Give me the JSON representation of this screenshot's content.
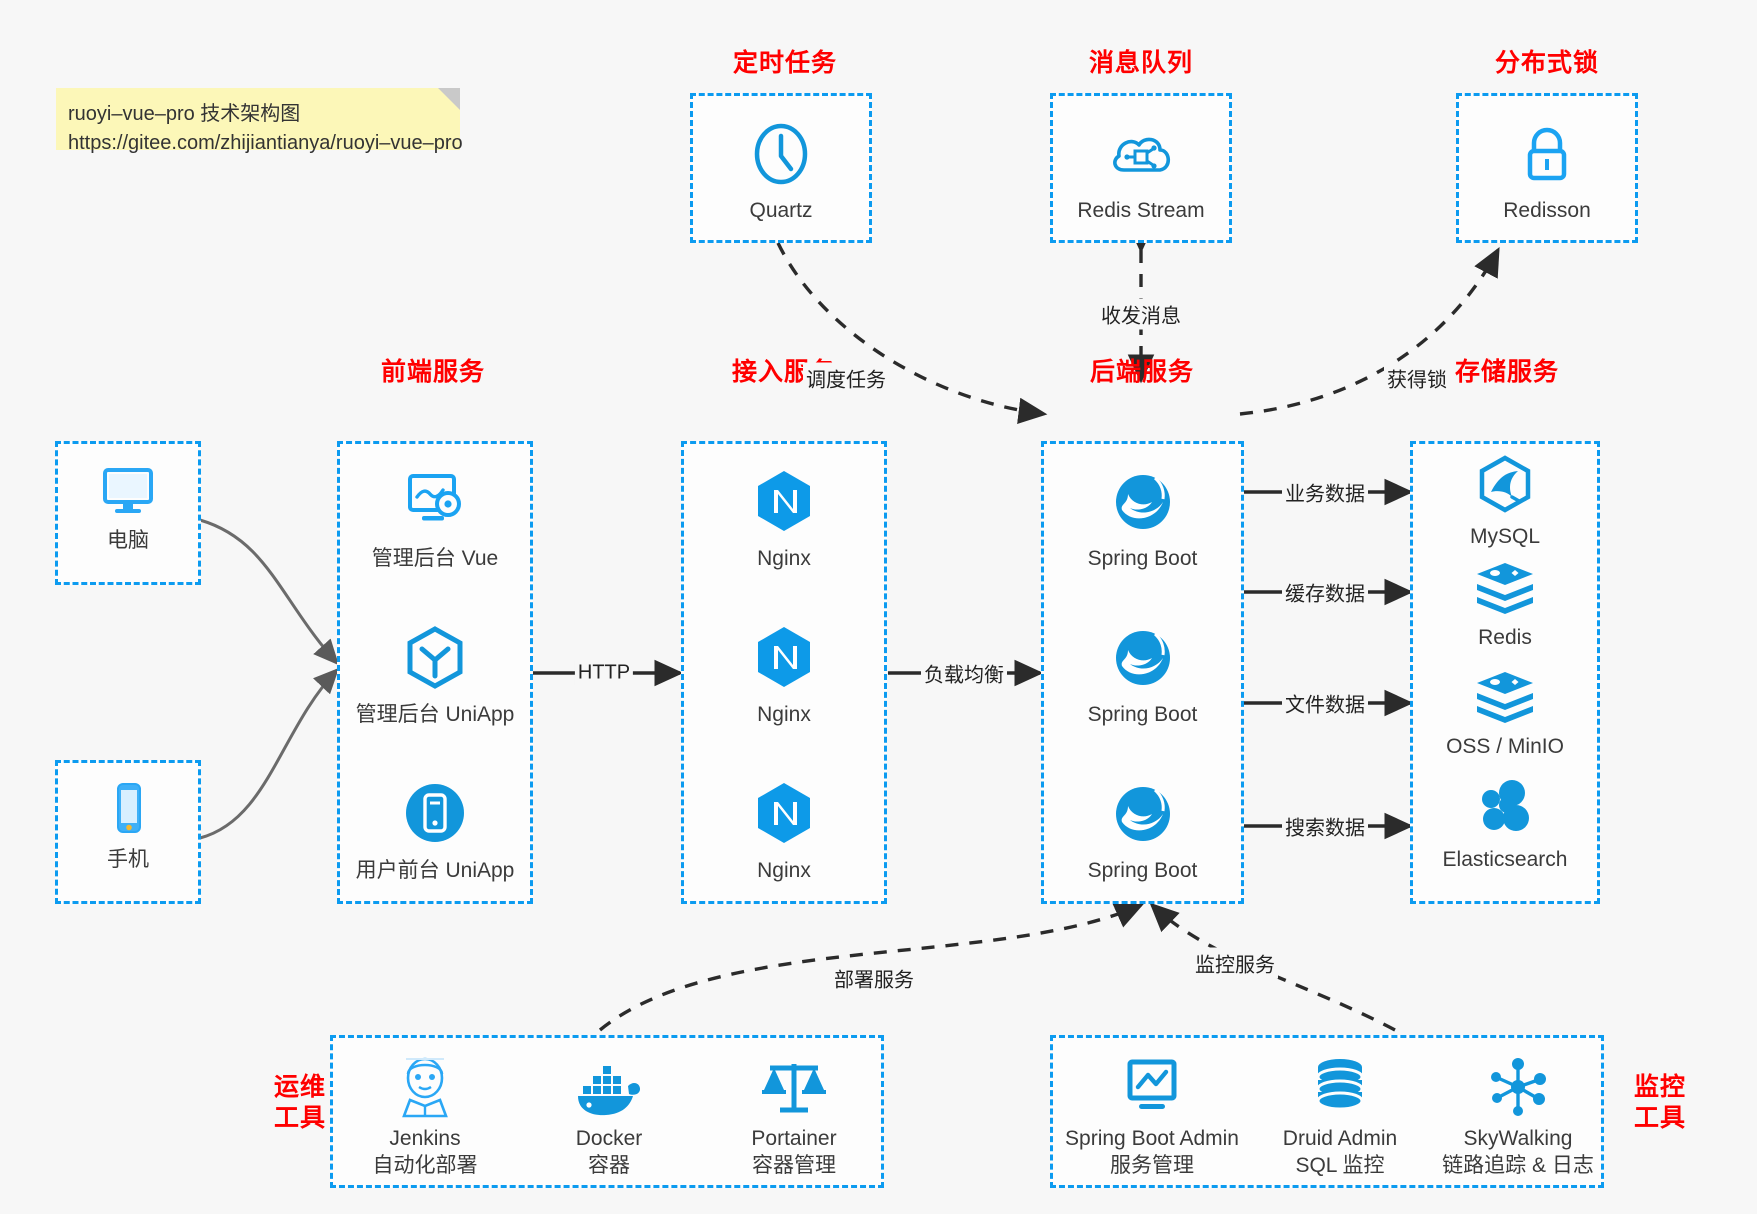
{
  "note": {
    "line1": "ruoyi–vue–pro 技术架构图",
    "line2": "https://gitee.com/zhijiantianya/ruoyi–vue–pro"
  },
  "colors": {
    "accent_blue": "#0c9bf0",
    "icon_blue": "#1296db",
    "title_red": "#ff0000",
    "background": "#f7f7f7",
    "note_yellow": "#fcf7b8",
    "arrow_dark": "#2b2b2b"
  },
  "groups": {
    "scheduled_task": {
      "title": "定时任务",
      "items": [
        {
          "label": "Quartz",
          "icon": "clock-icon"
        }
      ]
    },
    "message_queue": {
      "title": "消息队列",
      "items": [
        {
          "label": "Redis Stream",
          "icon": "cloud-stream-icon"
        }
      ]
    },
    "distributed_lock": {
      "title": "分布式锁",
      "items": [
        {
          "label": "Redisson",
          "icon": "lock-icon"
        }
      ]
    },
    "clients": {
      "items": [
        {
          "label": "电脑",
          "icon": "desktop-icon"
        },
        {
          "label": "手机",
          "icon": "mobile-phone-icon"
        }
      ]
    },
    "frontend": {
      "title": "前端服务",
      "items": [
        {
          "label": "管理后台 Vue",
          "icon": "admin-dashboard-icon"
        },
        {
          "label": "管理后台 UniApp",
          "icon": "uniapp-cube-icon"
        },
        {
          "label": "用户前台 UniApp",
          "icon": "mobile-app-icon"
        }
      ]
    },
    "gateway": {
      "title": "接入服务",
      "items": [
        {
          "label": "Nginx",
          "icon": "nginx-icon"
        },
        {
          "label": "Nginx",
          "icon": "nginx-icon"
        },
        {
          "label": "Nginx",
          "icon": "nginx-icon"
        }
      ]
    },
    "backend": {
      "title": "后端服务",
      "items": [
        {
          "label": "Spring Boot",
          "icon": "spring-boot-icon"
        },
        {
          "label": "Spring Boot",
          "icon": "spring-boot-icon"
        },
        {
          "label": "Spring Boot",
          "icon": "spring-boot-icon"
        }
      ]
    },
    "storage": {
      "title": "存储服务",
      "items": [
        {
          "label": "MySQL",
          "icon": "mysql-icon"
        },
        {
          "label": "Redis",
          "icon": "redis-icon"
        },
        {
          "label": "OSS / MinIO",
          "icon": "oss-minio-icon"
        },
        {
          "label": "Elasticsearch",
          "icon": "elasticsearch-icon"
        }
      ]
    },
    "devops": {
      "title_line1": "运维",
      "title_line2": "工具",
      "items": [
        {
          "label": "Jenkins",
          "sublabel": "自动化部署",
          "icon": "jenkins-icon"
        },
        {
          "label": "Docker",
          "sublabel": "容器",
          "icon": "docker-icon"
        },
        {
          "label": "Portainer",
          "sublabel": "容器管理",
          "icon": "portainer-scales-icon"
        }
      ]
    },
    "monitoring": {
      "title_line1": "监控",
      "title_line2": "工具",
      "items": [
        {
          "label": "Spring Boot Admin",
          "sublabel": "服务管理",
          "icon": "monitor-chart-icon"
        },
        {
          "label": "Druid Admin",
          "sublabel": "SQL 监控",
          "icon": "database-icon"
        },
        {
          "label": "SkyWalking",
          "sublabel": "链路追踪 & 日志",
          "icon": "skywalking-icon"
        }
      ]
    }
  },
  "edges": [
    {
      "id": "schedule-task",
      "label": "调度任务",
      "style": "dashed",
      "from": "scheduled-task",
      "to": "backend"
    },
    {
      "id": "send-receive-msg",
      "label": "收发消息",
      "style": "dashed-bidirectional",
      "from": "message-queue",
      "to": "backend"
    },
    {
      "id": "acquire-lock",
      "label": "获得锁",
      "style": "dashed",
      "from": "backend",
      "to": "distributed-lock"
    },
    {
      "id": "http",
      "label": "HTTP",
      "style": "solid",
      "from": "frontend",
      "to": "gateway"
    },
    {
      "id": "load-balance",
      "label": "负载均衡",
      "style": "solid",
      "from": "gateway",
      "to": "backend"
    },
    {
      "id": "business-data",
      "label": "业务数据",
      "style": "solid",
      "from": "backend",
      "to": "mysql"
    },
    {
      "id": "cache-data",
      "label": "缓存数据",
      "style": "solid",
      "from": "backend",
      "to": "redis"
    },
    {
      "id": "file-data",
      "label": "文件数据",
      "style": "solid",
      "from": "backend",
      "to": "oss-minio"
    },
    {
      "id": "search-data",
      "label": "搜索数据",
      "style": "solid",
      "from": "backend",
      "to": "elasticsearch"
    },
    {
      "id": "deploy-service",
      "label": "部署服务",
      "style": "dashed",
      "from": "devops",
      "to": "backend"
    },
    {
      "id": "monitor-service",
      "label": "监控服务",
      "style": "dashed",
      "from": "monitoring",
      "to": "backend"
    }
  ]
}
